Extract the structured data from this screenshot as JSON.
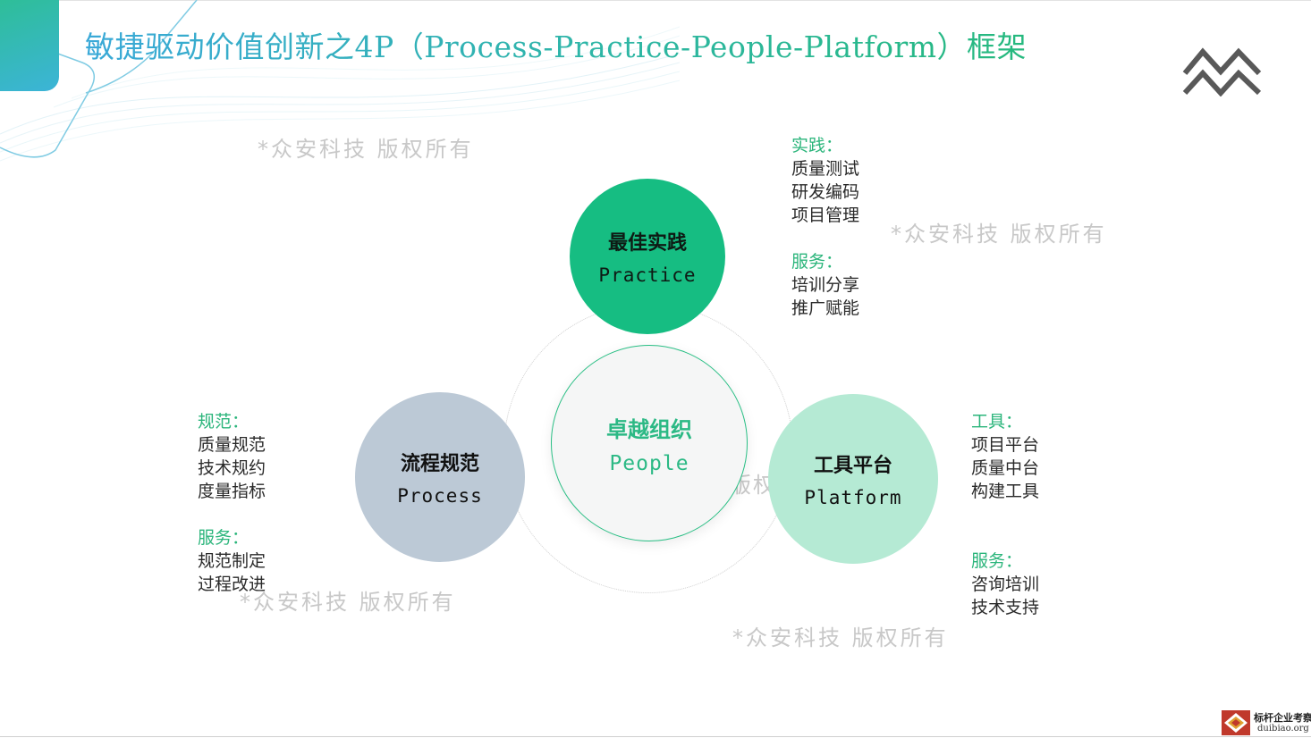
{
  "title": "敏捷驱动价值创新之4P（Process-Practice-People-Platform）框架",
  "watermark": "*众安科技 版权所有",
  "watermark_partial": "版权",
  "colors": {
    "accent_green": "#16bd82",
    "title_gradient_start": "#3aa9d8",
    "title_gradient_end": "#26b97e",
    "process_fill": "#bcc9d6",
    "platform_fill": "#b5ead4",
    "people_fill": "#f5f6f6",
    "logo_red": "#c0392b"
  },
  "diagram": {
    "practice": {
      "name_cn": "最佳实践",
      "name_en": "Practice",
      "notes": [
        {
          "heading": "实践：",
          "items": [
            "质量测试",
            "研发编码",
            "项目管理"
          ]
        },
        {
          "heading": "服务：",
          "items": [
            "培训分享",
            "推广赋能"
          ]
        }
      ]
    },
    "people": {
      "name_cn": "卓越组织",
      "name_en": "People"
    },
    "process": {
      "name_cn": "流程规范",
      "name_en": "Process",
      "notes": [
        {
          "heading": "规范：",
          "items": [
            "质量规范",
            "技术规约",
            "度量指标"
          ]
        },
        {
          "heading": "服务：",
          "items": [
            "规范制定",
            "过程改进"
          ]
        }
      ]
    },
    "platform": {
      "name_cn": "工具平台",
      "name_en": "Platform",
      "notes": [
        {
          "heading": "工具：",
          "items": [
            "项目平台",
            "质量中台",
            "构建工具"
          ]
        },
        {
          "heading": "服务：",
          "items": [
            "咨询培训",
            "技术支持"
          ]
        }
      ]
    }
  },
  "footer": {
    "logo_text": "标杆企业考察",
    "logo_url_text": "duibiao.org",
    "logo_icon": "diamond-logo-icon"
  }
}
